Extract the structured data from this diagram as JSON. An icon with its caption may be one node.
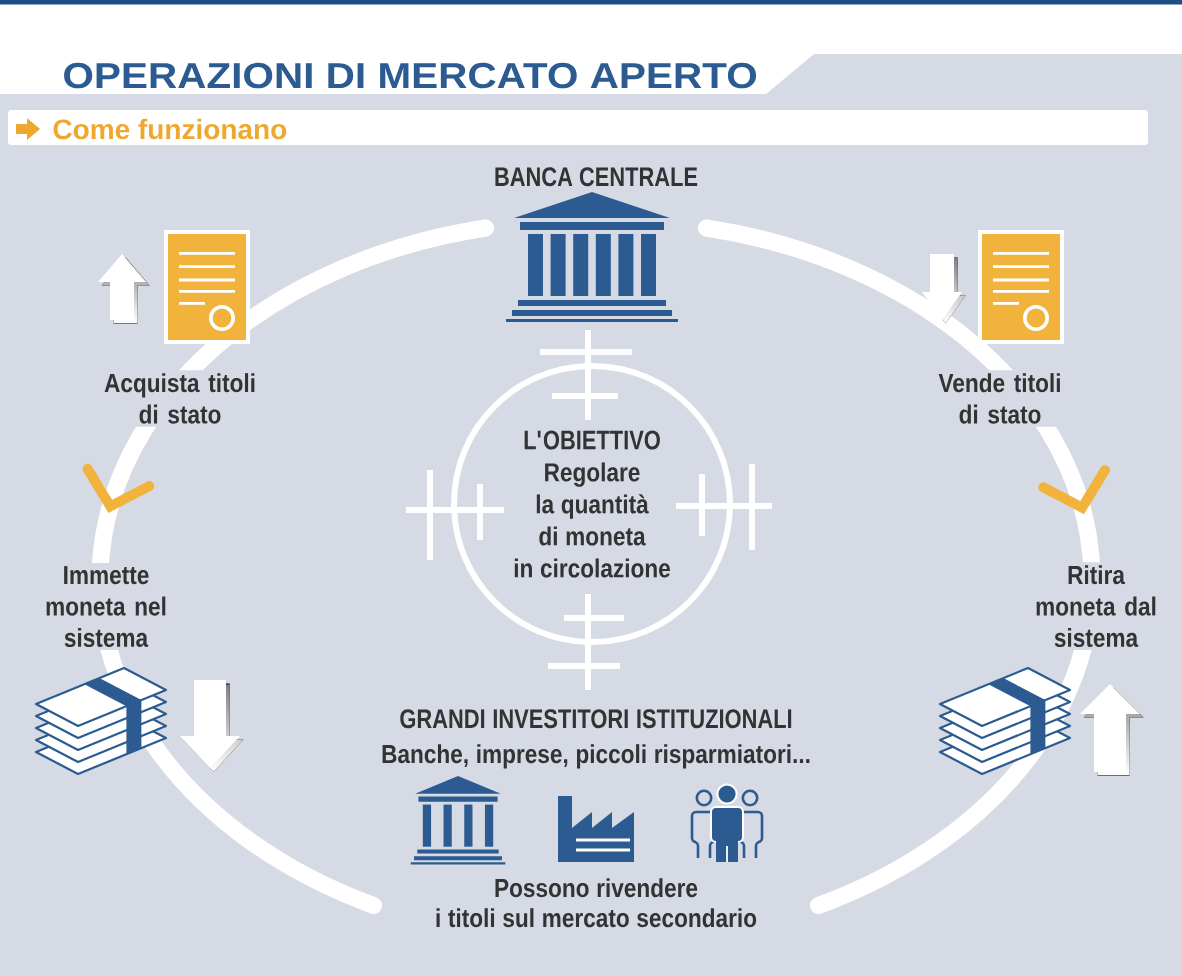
{
  "diagram": {
    "title": "OPERAZIONI DI MERCATO APERTO",
    "nodes": [
      {
        "text": [
          "BANCA CENTRALE"
        ]
      },
      {
        "text": [
          "L'OBIETTIVO",
          "Regolare la quantità di moneta in circolazione"
        ]
      },
      {
        "text": [
          "GRANDI INVESTITORI ISTITUZIONALI",
          "Banche, imprese, piccoli risparmiatori...",
          "Possono rivendere i titoli sul mercato secondario"
        ]
      }
    ],
    "edges": [
      {
        "from": 0,
        "to": 2,
        "arrow": "to"
      },
      {
        "from": 0,
        "to": 2,
        "arrow": "to"
      }
    ],
    "labels": [
      "Come funzionano",
      "Acquista titoli di stato",
      "Vende titoli di stato",
      "Immette moneta nel sistema",
      "Ritira moneta dal sistema"
    ]
  }
}
